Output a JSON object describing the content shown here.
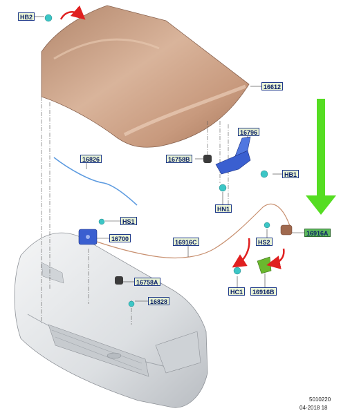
{
  "callouts": {
    "hb2": "HB2",
    "p16612": "16612",
    "p16796": "16796",
    "p16758b": "16758B",
    "hb1": "HB1",
    "hn1": "HN1",
    "p16826": "16826",
    "hs1": "HS1",
    "p16700": "16700",
    "p16916c": "16916C",
    "hs2": "HS2",
    "p16916a": "16916A",
    "p16758a": "16758A",
    "p16828": "16828",
    "hc1": "HC1",
    "p16916b": "16916B"
  },
  "footer": {
    "code": "5010220",
    "date": "04-2018 18"
  },
  "colors": {
    "hood": "#c9a086",
    "bumper": "#e4e6e8",
    "callout_fill": "#e8f2d4",
    "callout_text": "#0a1f66",
    "highlight": "#5cb85c",
    "arrow_red": "#e02020",
    "arrow_green": "#55dd22",
    "bracket": "#3a5fd0",
    "clip": "#3cc6c6",
    "cable": "#c89070"
  }
}
